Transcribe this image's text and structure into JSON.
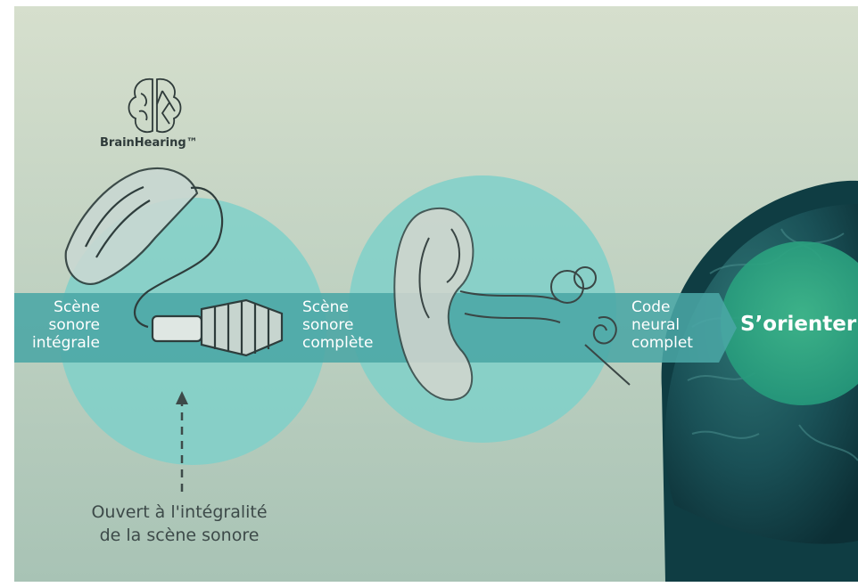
{
  "brand": {
    "name": "BrainHearing™",
    "icon": "brain-icon"
  },
  "stages": [
    {
      "lines": [
        "Scène",
        "sonore",
        "intégrale"
      ]
    },
    {
      "lines": [
        "Scène",
        "sonore",
        "complète"
      ]
    },
    {
      "lines": [
        "Code",
        "neural",
        "complet"
      ]
    }
  ],
  "final_label": "S’orienter",
  "caption": [
    "Ouvert à l'intégralité",
    "de la scène sonore"
  ],
  "colors": {
    "background_top": "#d3dccb",
    "background_bottom": "#a9c2b3",
    "circle": "#7fd0c9",
    "band": "#4faaa8",
    "brain": "#15474c",
    "highlight": "#2fa57e"
  }
}
